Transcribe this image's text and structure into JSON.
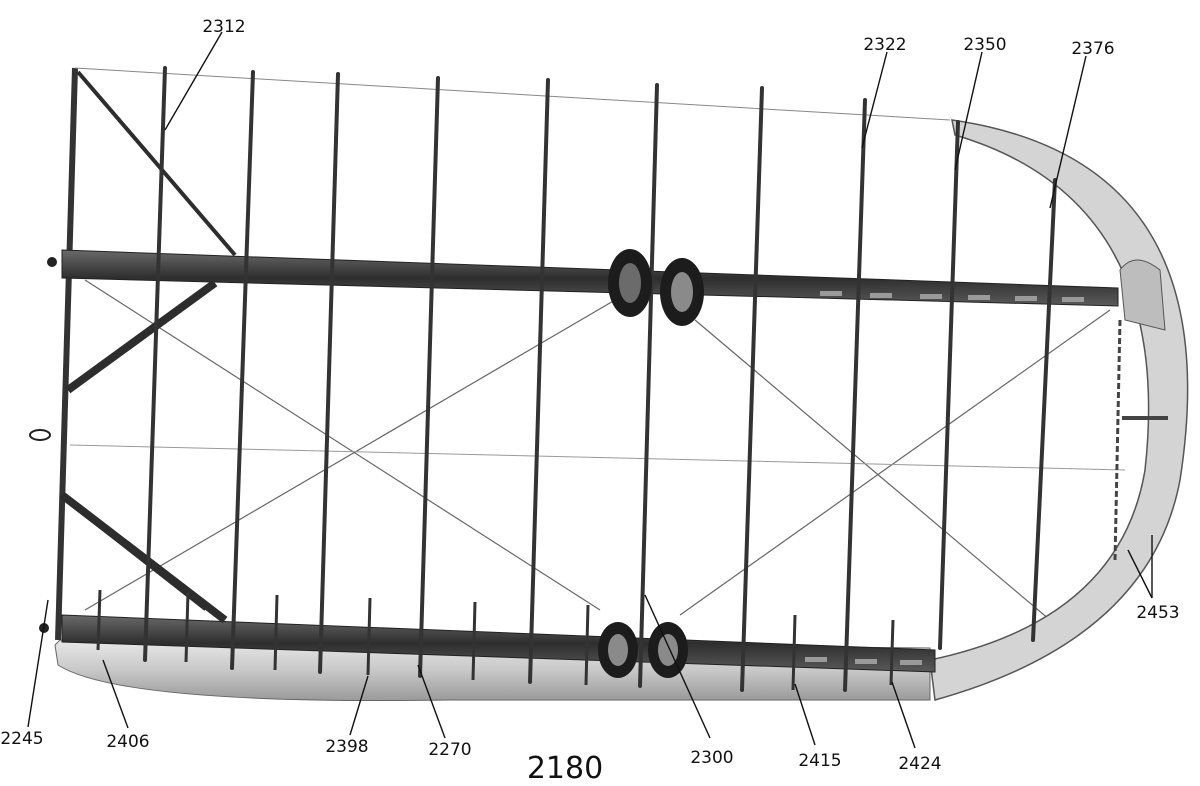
{
  "figure": {
    "number": "2180"
  },
  "callouts": [
    {
      "id": "c2312",
      "label": "2312"
    },
    {
      "id": "c2322",
      "label": "2322"
    },
    {
      "id": "c2350",
      "label": "2350"
    },
    {
      "id": "c2376",
      "label": "2376"
    },
    {
      "id": "c2453",
      "label": "2453"
    },
    {
      "id": "c2245",
      "label": "2245"
    },
    {
      "id": "c2406",
      "label": "2406"
    },
    {
      "id": "c2398",
      "label": "2398"
    },
    {
      "id": "c2270",
      "label": "2270"
    },
    {
      "id": "c2300",
      "label": "2300"
    },
    {
      "id": "c2415",
      "label": "2415"
    },
    {
      "id": "c2424",
      "label": "2424"
    }
  ],
  "colors": {
    "background": "#ffffff",
    "frame": "#2a2a2a",
    "spar": "#3a3a3a",
    "ink": "#111111",
    "tip_metal": "#cfcfcf"
  }
}
